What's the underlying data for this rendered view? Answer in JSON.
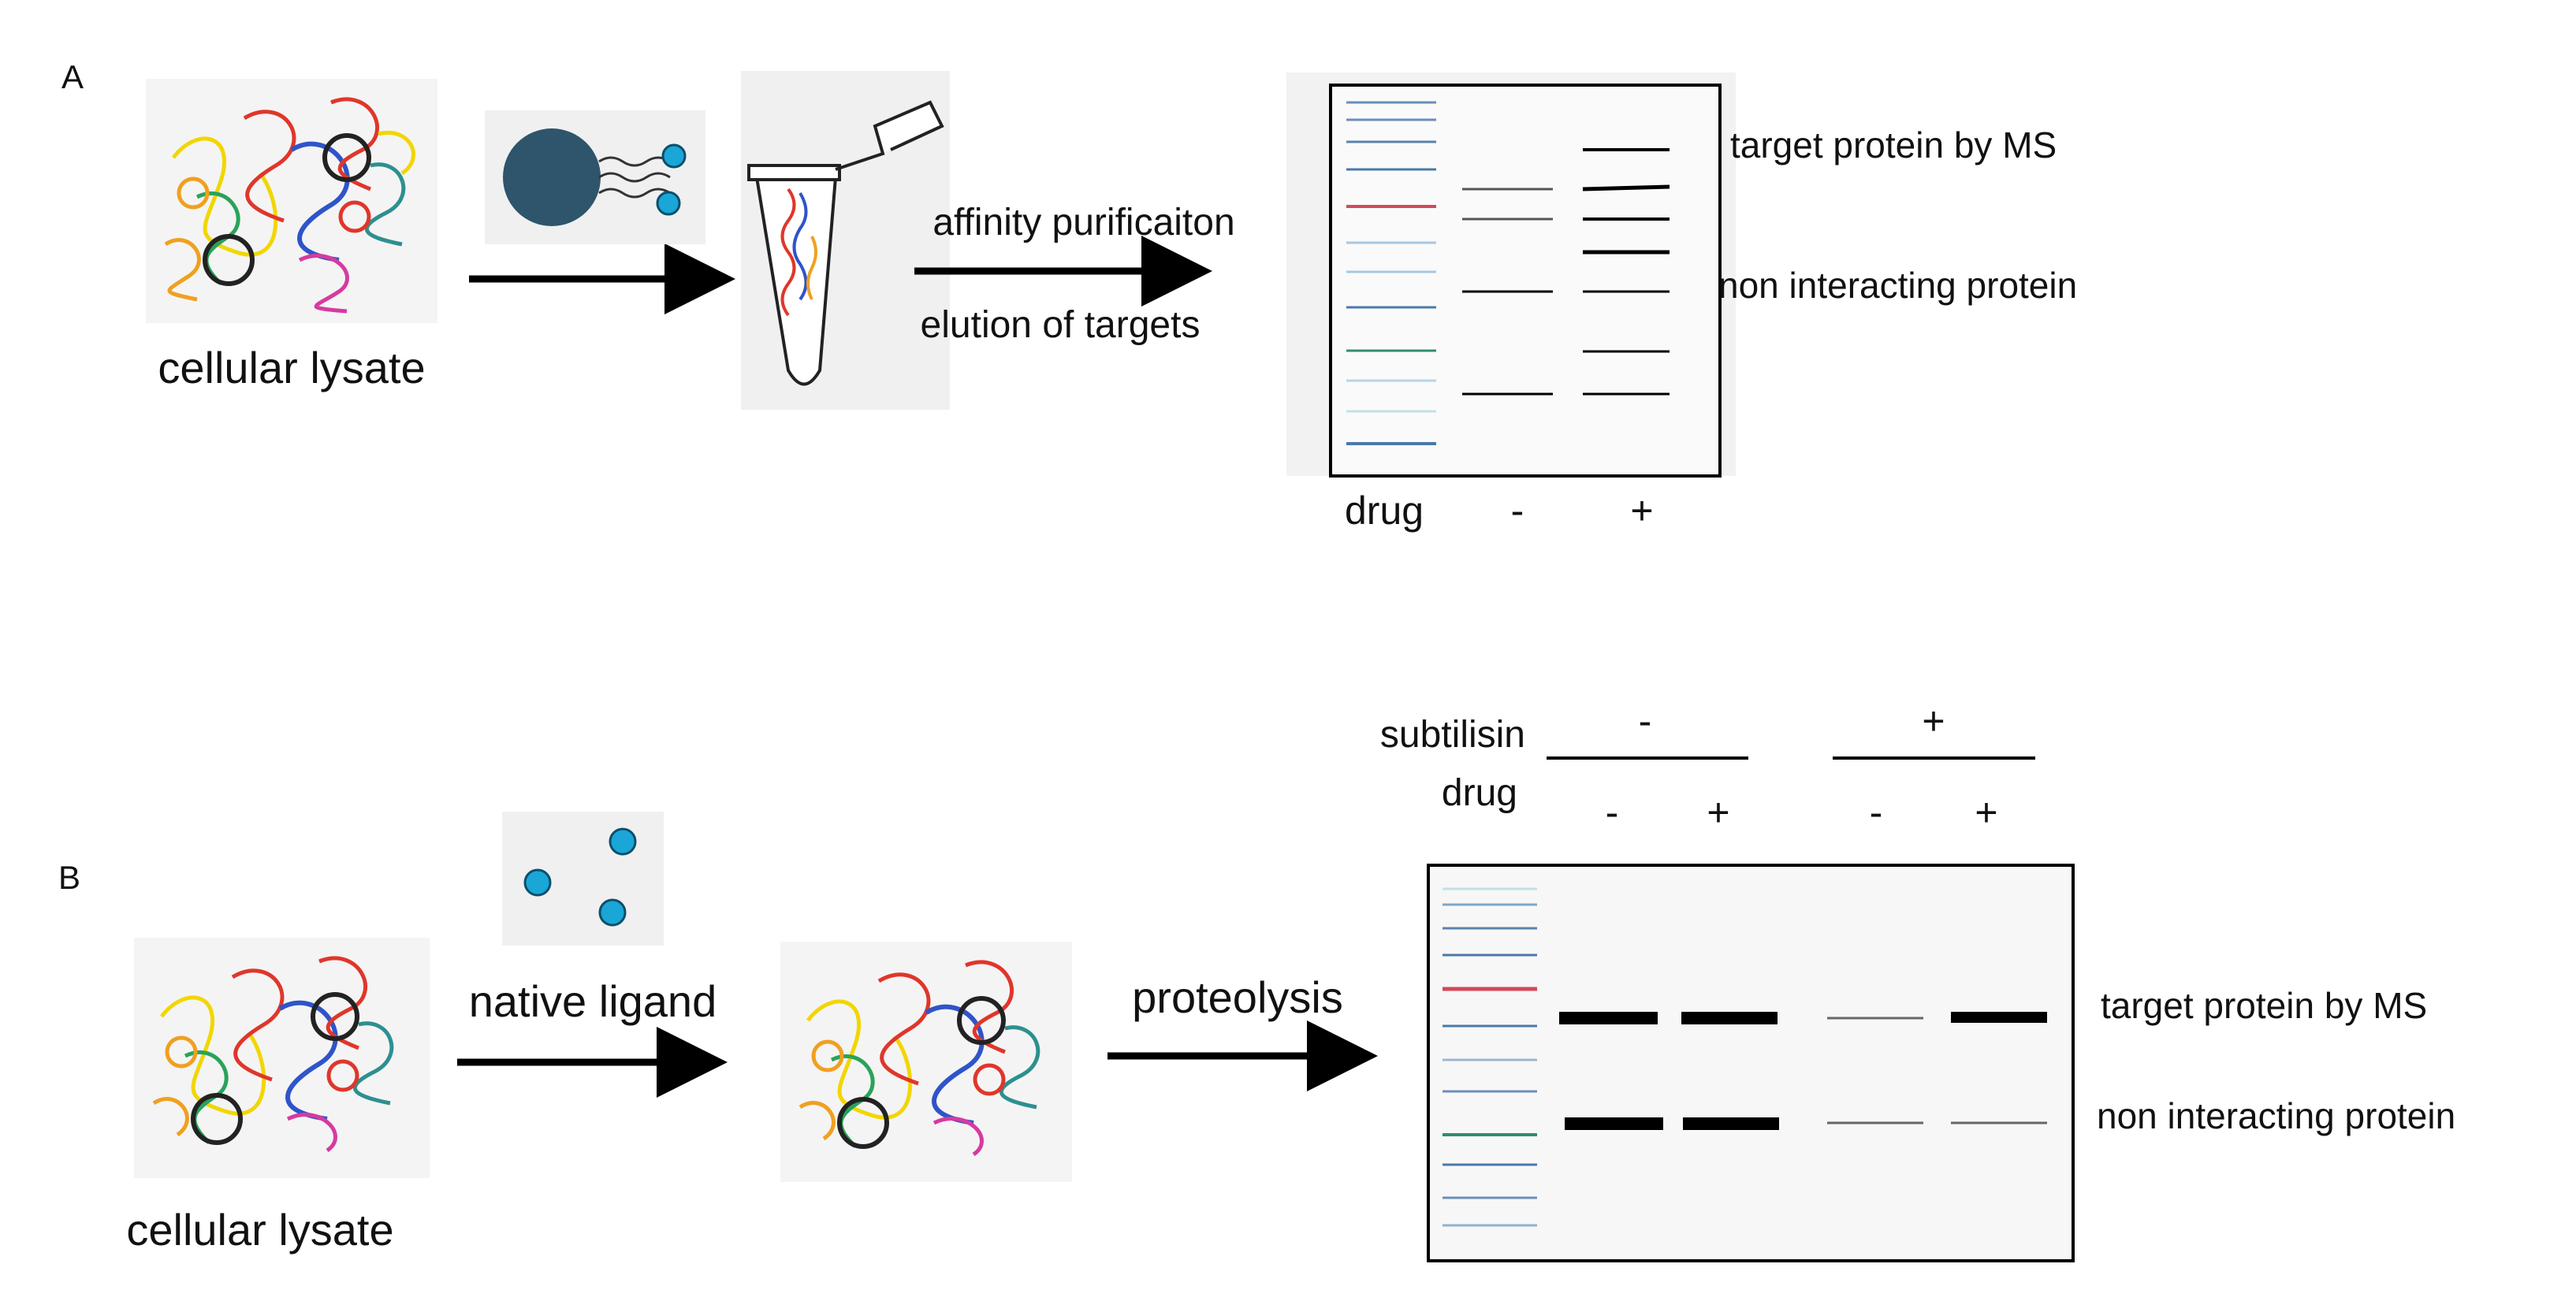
{
  "panel_a": {
    "letter": "A",
    "lysate_label": "cellular lysate",
    "step_label_1": "affinity purificaiton",
    "step_label_2": "elution of targets",
    "band_label_target": "target protein by MS",
    "band_label_nonint": "non interacting protein",
    "drug_label": "drug",
    "lane_minus": "-",
    "lane_plus": "+"
  },
  "panel_b": {
    "letter": "B",
    "lysate_label": "cellular lysate",
    "ligand_label": "native ligand",
    "proteolysis_label": "proteolysis",
    "subtilisin_label": "subtilisin",
    "subtilisin_minus": "-",
    "subtilisin_plus": "+",
    "drug_label": "drug",
    "drug_states": [
      "-",
      "+",
      "-",
      "+"
    ],
    "band_label_target": "target protein by MS",
    "band_label_nonint": "non interacting protein"
  },
  "colors": {
    "bead": "#2e556b",
    "ligand": "#1aa6d6",
    "marker_red": "#d24a5a",
    "marker_green": "#2f8e6a",
    "marker_blue": "#4b79a8",
    "band": "#000000"
  }
}
